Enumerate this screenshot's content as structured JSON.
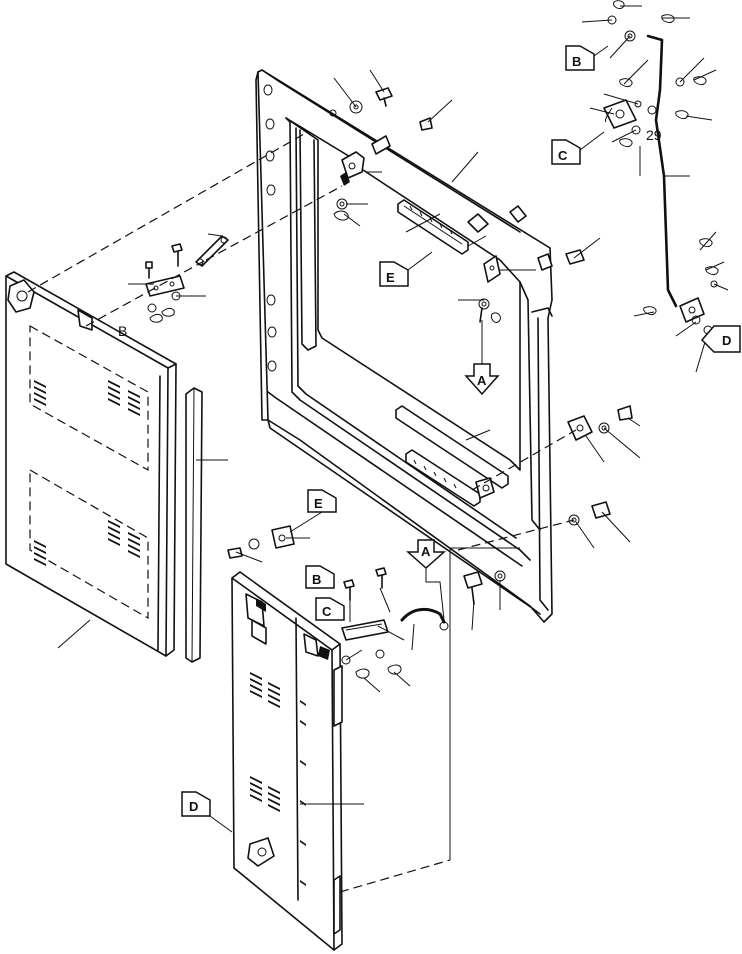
{
  "callouts": {
    "a_top": "A",
    "a_bottom": "A",
    "b_top": "B",
    "b_bottom": "B",
    "c_top": "C",
    "c_bottom": "C",
    "d_right": "D",
    "d_bottom": "D",
    "e_mid": "E",
    "e_bottom": "E"
  },
  "labels": {
    "part_number": "29",
    "mark_b": "B"
  }
}
